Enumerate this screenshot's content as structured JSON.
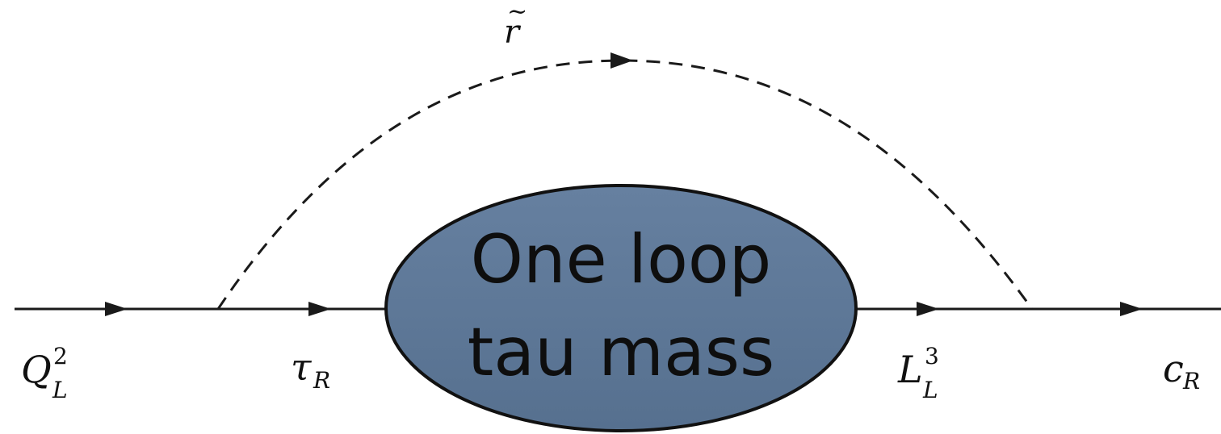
{
  "blob": {
    "line1": "One loop",
    "line2": "tau mass",
    "fill_color": "#5d7898",
    "stroke_color": "#111111"
  },
  "scalar": {
    "symbol": "r",
    "accent": "~"
  },
  "labels": {
    "q_left": {
      "symbol": "Q",
      "sub": "L",
      "sup": "2"
    },
    "tau_r": {
      "symbol": "τ",
      "sub": "R"
    },
    "l_left": {
      "symbol": "L",
      "sub": "L",
      "sup": "3"
    },
    "c_r": {
      "symbol": "c",
      "sub": "R"
    }
  },
  "colors": {
    "line": "#1a1a1a",
    "background": "#ffffff"
  }
}
